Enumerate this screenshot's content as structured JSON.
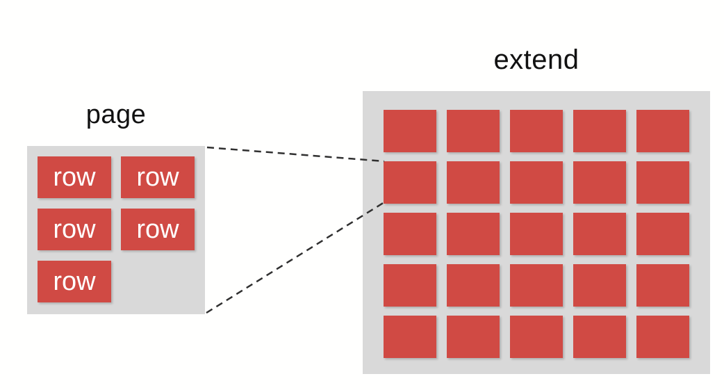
{
  "diagram": {
    "page_panel": {
      "title": "page",
      "cells": [
        {
          "label": "row"
        },
        {
          "label": "row"
        },
        {
          "label": "row"
        },
        {
          "label": "row"
        },
        {
          "label": "row"
        }
      ]
    },
    "extend_panel": {
      "title": "extend",
      "rows": 5,
      "columns": 5,
      "cell_count": 25
    },
    "connectors": {
      "style": "dashed",
      "meaning": "page maps to one cell of extend grid"
    },
    "colors": {
      "cell_fill": "#d04a44",
      "panel_fill": "#d9d9d9",
      "cell_text": "#ffffff",
      "title_text": "#111111",
      "connector": "#303030",
      "background": "#fffffe"
    }
  }
}
